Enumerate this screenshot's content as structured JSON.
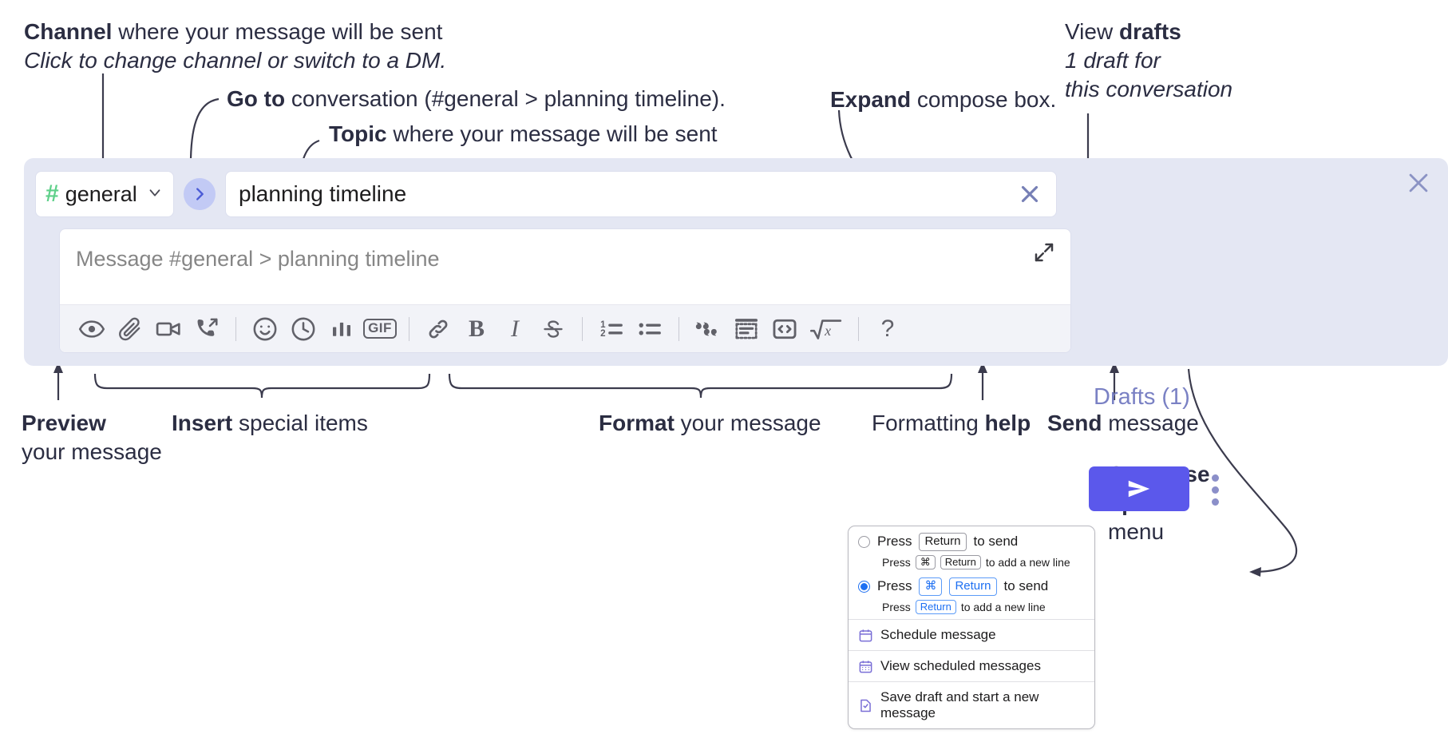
{
  "annotations": {
    "channel": {
      "bold": "Channel",
      "rest": " where your message will be sent",
      "italic": "Click to change channel or switch to a DM."
    },
    "goto": {
      "bold": "Go to",
      "rest": " conversation (#general > planning timeline)."
    },
    "topic": {
      "bold": "Topic",
      "rest": " where your message will be sent"
    },
    "expand": {
      "bold": "Expand",
      "rest": " compose box."
    },
    "drafts": {
      "lead": "View ",
      "bold": "drafts",
      "italic1": "1 draft for",
      "italic2": "this conversation"
    },
    "preview": {
      "bold": "Preview",
      "rest": "your message"
    },
    "insert": {
      "bold": "Insert",
      "rest": " special items"
    },
    "format": {
      "bold": "Format",
      "rest": " your message"
    },
    "help": {
      "lead": "Formatting ",
      "bold": "help"
    },
    "send": {
      "bold": "Send",
      "rest": " message"
    },
    "compose_options": {
      "bold1": "Compose",
      "bold2": "options",
      "rest": "menu"
    }
  },
  "compose": {
    "channel": {
      "hash": "#",
      "name": "general",
      "caret_icon": "chevron-down-icon"
    },
    "goto_icon": "chevron-right-icon",
    "topic": {
      "value": "planning timeline",
      "clear_icon": "close-icon"
    },
    "message": {
      "placeholder": "Message #general > planning timeline",
      "value": ""
    },
    "expand_icon": "expand-icon",
    "close_icon": "close-icon",
    "drafts_label": "Drafts (1)",
    "send_icon": "send-paper-plane-icon",
    "more_icon": "kebab-menu-icon",
    "toolbar": [
      {
        "name": "preview-icon",
        "label": "Preview"
      },
      {
        "name": "attachment-icon",
        "label": "Attach file"
      },
      {
        "name": "video-camera-icon",
        "label": "Video clip"
      },
      {
        "name": "phone-forward-icon",
        "label": "Audio clip"
      },
      {
        "name": "separator",
        "label": ""
      },
      {
        "name": "emoji-icon",
        "label": "Emoji"
      },
      {
        "name": "clock-icon",
        "label": "Reminder"
      },
      {
        "name": "bar-chart-icon",
        "label": "Poll"
      },
      {
        "name": "gif-icon",
        "label": "GIF"
      },
      {
        "name": "separator",
        "label": ""
      },
      {
        "name": "link-icon",
        "label": "Link"
      },
      {
        "name": "bold-icon",
        "label": "B"
      },
      {
        "name": "italic-icon",
        "label": "I"
      },
      {
        "name": "strikethrough-icon",
        "label": "Strikethrough"
      },
      {
        "name": "separator",
        "label": ""
      },
      {
        "name": "ordered-list-icon",
        "label": "Ordered list"
      },
      {
        "name": "bulleted-list-icon",
        "label": "Bulleted list"
      },
      {
        "name": "separator",
        "label": ""
      },
      {
        "name": "blockquote-icon",
        "label": "Blockquote"
      },
      {
        "name": "code-block-icon",
        "label": "Code block"
      },
      {
        "name": "inline-code-icon",
        "label": "Code"
      },
      {
        "name": "math-icon",
        "label": "Math"
      },
      {
        "name": "separator",
        "label": ""
      },
      {
        "name": "help-icon",
        "label": "?"
      }
    ]
  },
  "menu": {
    "option_return": {
      "selected": false,
      "main_pre": "Press",
      "main_key": "Return",
      "main_post": "to send",
      "sub_pre": "Press",
      "sub_key1": "⌘",
      "sub_key2": "Return",
      "sub_post": "to add a new line"
    },
    "option_cmd_return": {
      "selected": true,
      "main_pre": "Press",
      "main_key1": "⌘",
      "main_key2": "Return",
      "main_post": "to send",
      "sub_pre": "Press",
      "sub_key": "Return",
      "sub_post": "to add a new line"
    },
    "items": [
      {
        "icon": "calendar-clock-icon",
        "label": "Schedule message"
      },
      {
        "icon": "calendar-grid-icon",
        "label": "View scheduled messages"
      },
      {
        "icon": "save-draft-icon",
        "label": "Save draft and start a new message"
      }
    ]
  },
  "colors": {
    "compose_bg": "#e4e7f3",
    "accent_purple": "#5b58eb",
    "drafts_text": "#7a81c4",
    "hash_green": "#5fd08a",
    "goto_circle": "#c2caf5",
    "key_blue": "#1d6ff2",
    "annotation_ink": "#2b2d42"
  }
}
